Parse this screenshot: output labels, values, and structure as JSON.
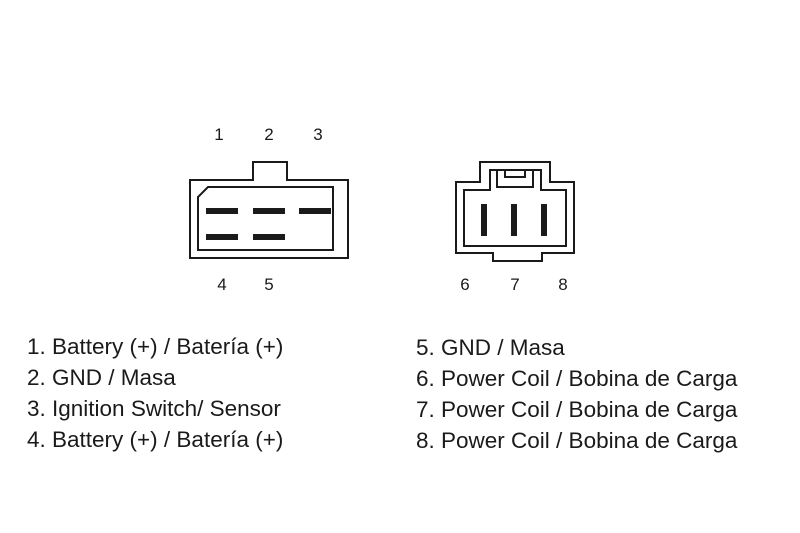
{
  "connector_left": {
    "top_pin_labels": [
      "1",
      "2",
      "3"
    ],
    "bottom_pin_labels": [
      "4",
      "5"
    ]
  },
  "connector_right": {
    "bottom_pin_labels": [
      "6",
      "7",
      "8"
    ]
  },
  "legend_left": [
    "1. Battery (+) / Batería (+)",
    "2. GND / Masa",
    "3. Ignition Switch/ Sensor",
    "4. Battery (+) / Batería (+)"
  ],
  "legend_right": [
    "5. GND / Masa",
    "6. Power Coil / Bobina de Carga",
    "7. Power Coil / Bobina de Carga",
    "8. Power Coil / Bobina de Carga"
  ],
  "colors": {
    "line": "#1a1a1a",
    "background": "#ffffff"
  }
}
